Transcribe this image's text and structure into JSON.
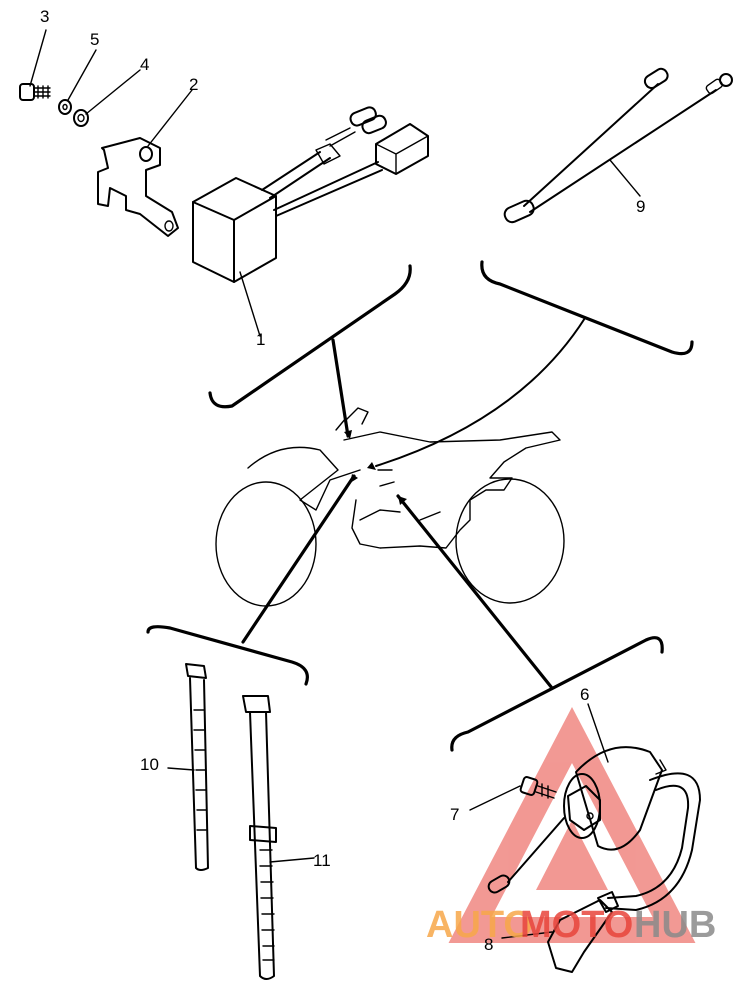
{
  "callouts": {
    "c1": "1",
    "c2": "2",
    "c3": "3",
    "c4": "4",
    "c5": "5",
    "c6": "6",
    "c7": "7",
    "c8": "8",
    "c9": "9",
    "c10": "10",
    "c11": "11"
  },
  "watermark": {
    "part1": "AUTO",
    "part2": "MOTO",
    "part3": "HUB",
    "color_orange": "#f7a84a",
    "color_red": "#e8453c",
    "color_gray": "#8a8a8a"
  }
}
